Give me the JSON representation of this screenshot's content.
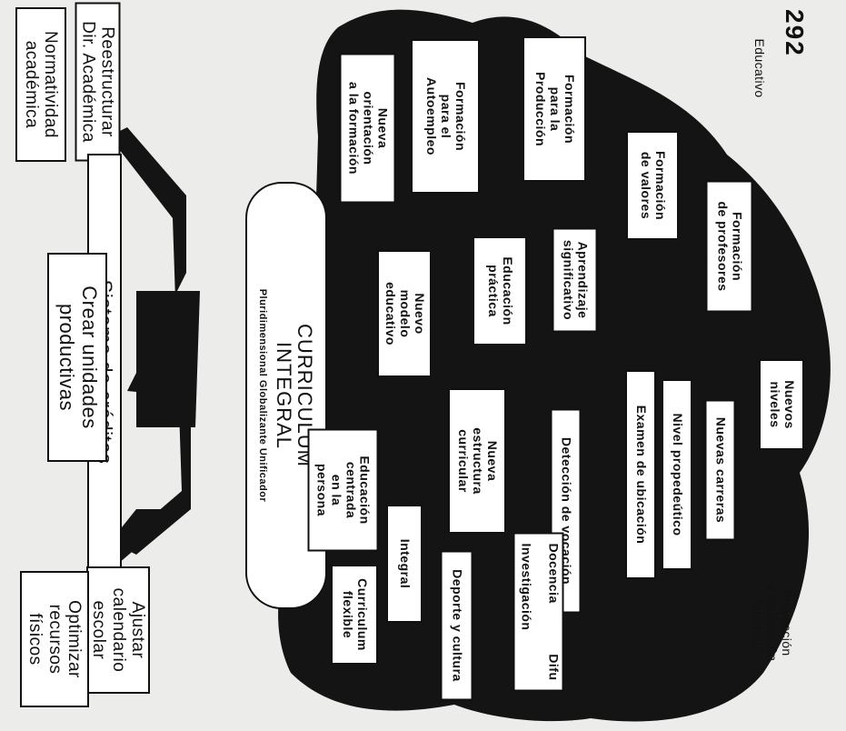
{
  "page_number": "292",
  "side_labels": {
    "left": "Educativo",
    "right": "Proyección\ny Unificación\nIntegral"
  },
  "trunk": {
    "title": "CURRICULUM\nINTEGRAL",
    "subtitle": "Pluridimensional Globalizante Unificador"
  },
  "branches": {
    "formacion_produccion": "Formación\npara la\nProducción",
    "formacion_autoempleo": "Formación\npara el\nAutoempleo",
    "nueva_orientacion": "Nueva\norientación\na la formación",
    "formacion_profesores": "Formación\nde profesores",
    "formacion_valores": "Formación\nde valores",
    "aprendizaje_significativo": "Aprendizaje\nsignificativo",
    "educacion_practica": "Educación\npráctica",
    "nuevo_modelo": "Nuevo\nmodelo\neducativo",
    "nuevos_niveles": "Nuevos\nniveles",
    "nuevas_carreras": "Nuevas carreras",
    "nivel_propedeutico": "Nivel propedeútico",
    "examen_ubicacion": "Examen de ubicación",
    "deteccion_vocacion": "Detección de vocación",
    "nueva_estructura": "Nueva\nestructura\ncurricular",
    "docencia": "Docencia",
    "difusion": "Difu",
    "investigacion": "Investigación",
    "deporte_cultura": "Deporte y cultura",
    "integral": "Integral",
    "educacion_persona": "Educación\ncentrada\nen la\npersona",
    "curriculum_flexible": "Curriculum\nflexible"
  },
  "roots": {
    "reestructurar": "Reestructurar\nDir. Académica",
    "normatividad": "Normatividad\nacadémica",
    "sistema_creditos": "Sistema de créditos",
    "crear_unidades": "Crear unidades\nproductivas",
    "ajustar_calendario": "Ajustar\ncalendario\nescolar",
    "optimizar_recursos": "Optimizar\nrecursos\nfísicos"
  }
}
